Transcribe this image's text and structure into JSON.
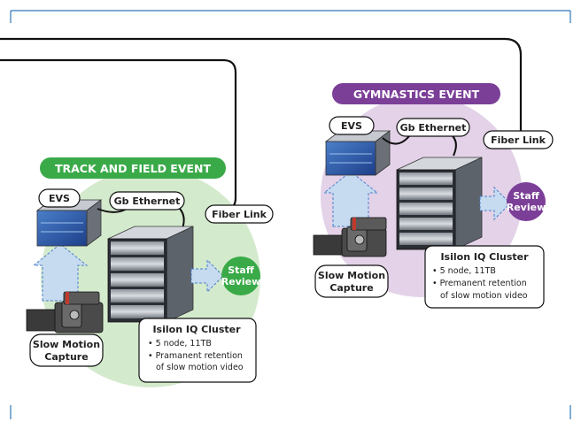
{
  "colors": {
    "frame": "#2e78b7",
    "green_circle": "#cfe8c8",
    "green_badge": "#3aaa49",
    "purple_circle": "#e0cde6",
    "purple_badge": "#7b3f98",
    "arrow_fill": "#c7dbf0",
    "link": "#111111"
  },
  "left": {
    "event_title": "TRACK AND FIELD EVENT",
    "evs_label": "EVS",
    "ethernet_label": "Gb Ethernet",
    "fiber_label": "Fiber Link",
    "staff_line1": "Staff",
    "staff_line2": "Review",
    "capture_line1": "Slow Motion",
    "capture_line2": "Capture",
    "cluster_title": "Isilon IQ Cluster",
    "bullet1": "• 5 node, 11TB",
    "bullet2a": "• Pramanent retention",
    "bullet2b": "of slow motion video"
  },
  "right": {
    "event_title": "GYMNASTICS EVENT",
    "evs_label": "EVS",
    "ethernet_label": "Gb Ethernet",
    "fiber_label": "Fiber Link",
    "staff_line1": "Staff",
    "staff_line2": "Review",
    "capture_line1": "Slow Motion",
    "capture_line2": "Capture",
    "cluster_title": "Isilon IQ Cluster",
    "bullet1": "• 5 node, 11TB",
    "bullet2a": "• Premanent retention",
    "bullet2b": "of slow motion video"
  }
}
